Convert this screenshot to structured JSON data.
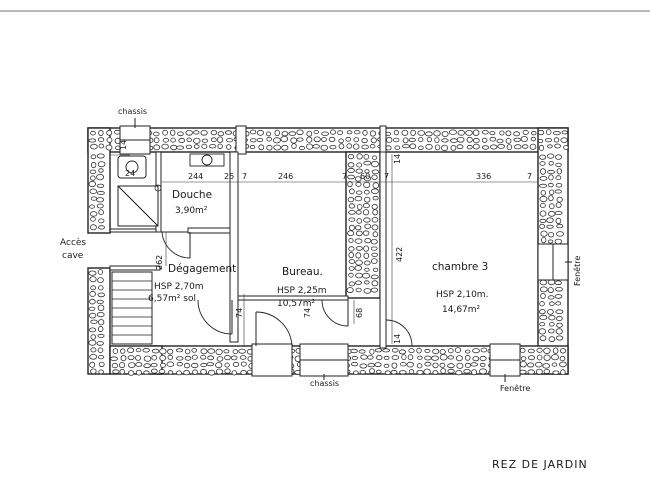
{
  "sheet": {
    "title": "REZ DE JARDIN"
  },
  "labels": {
    "chassis_top": "chassis",
    "chassis_bottom": "chassis",
    "fenetre_right": "Fenêtre",
    "fenetre_bottom": "Fenêtre",
    "acces_cave_line1": "Accès",
    "acces_cave_line2": "cave"
  },
  "rooms": {
    "douche": {
      "name": "Douche",
      "area": "3,90m²"
    },
    "degagement": {
      "name": "Dégagement",
      "hsp": "HSP 2,70m",
      "area": "6,57m² sol"
    },
    "bureau": {
      "name": "Bureau.",
      "hsp": "HSP 2,25m",
      "area": "10,57m²"
    },
    "chambre": {
      "name": "chambre 3",
      "hsp": "HSP 2,10m.",
      "area": "14,67m²"
    }
  },
  "dimensions": {
    "d244": "244",
    "d25": "25",
    "d7a": "7",
    "d246": "246",
    "d7b": "7",
    "d60": "60",
    "d7c": "7",
    "d336": "336",
    "d7d": "7",
    "d14a": "14",
    "d14b": "14",
    "d14c": "14",
    "d262": "262",
    "d422": "422",
    "d74a": "74",
    "d68": "68",
    "d74b": "74",
    "d24": "24"
  }
}
